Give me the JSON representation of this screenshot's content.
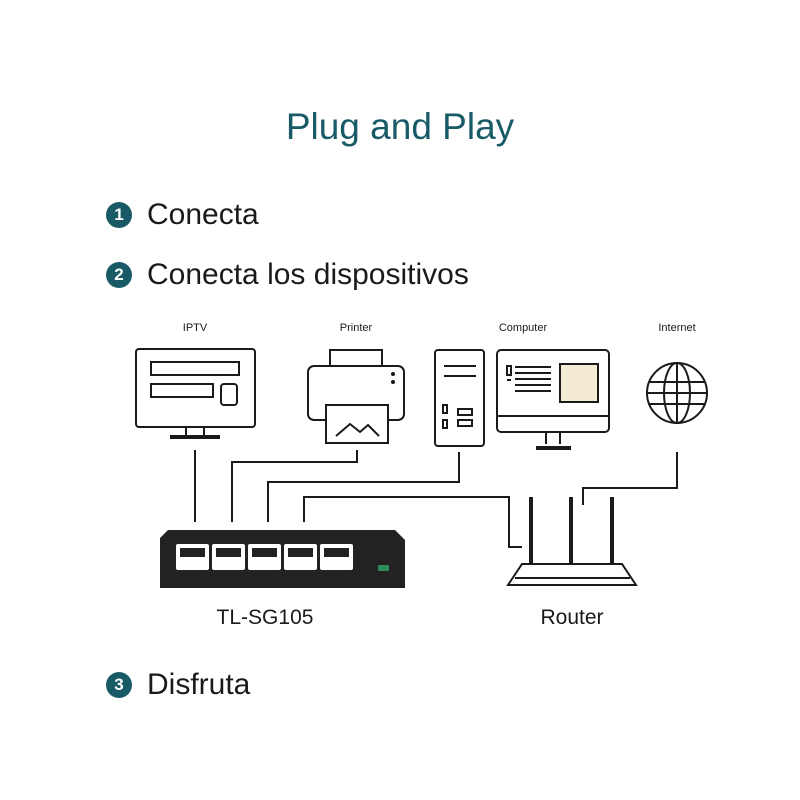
{
  "title": "Plug and Play",
  "steps": [
    {
      "number": "1",
      "label": "Conecta"
    },
    {
      "number": "2",
      "label": "Conecta los dispositivos"
    },
    {
      "number": "3",
      "label": "Disfruta"
    }
  ],
  "devices": {
    "iptv": "IPTV",
    "printer": "Printer",
    "computer": "Computer",
    "internet": "Internet"
  },
  "switch_label": "TL-SG105",
  "router_label": "Router",
  "colors": {
    "accent": "#195a67",
    "line": "#1a1a1a",
    "switch_body": "#222222",
    "switch_led": "#2e8b57",
    "screen_tint": "#f3ecd2"
  }
}
